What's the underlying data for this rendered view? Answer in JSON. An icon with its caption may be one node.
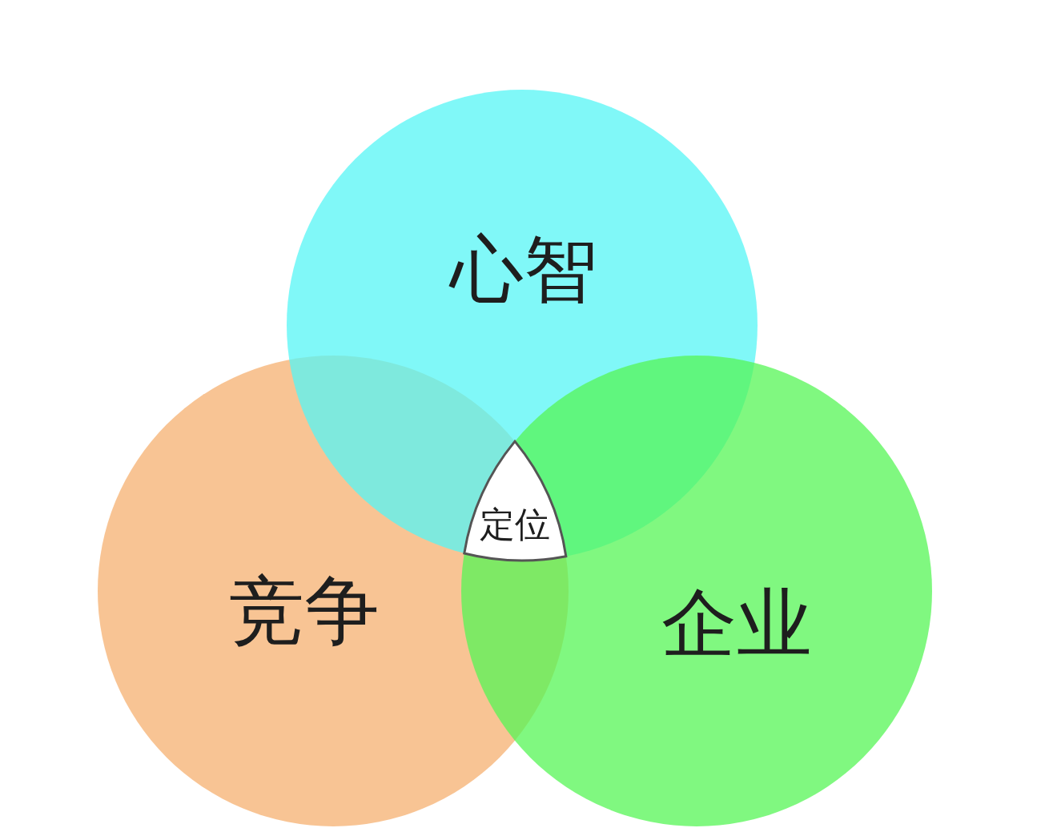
{
  "diagram": {
    "nodes": [
      {
        "text": [
          "心智"
        ]
      },
      {
        "text": [
          "定位"
        ]
      },
      {
        "text": [
          "竞争"
        ]
      },
      {
        "text": [
          "企业"
        ]
      }
    ]
  }
}
